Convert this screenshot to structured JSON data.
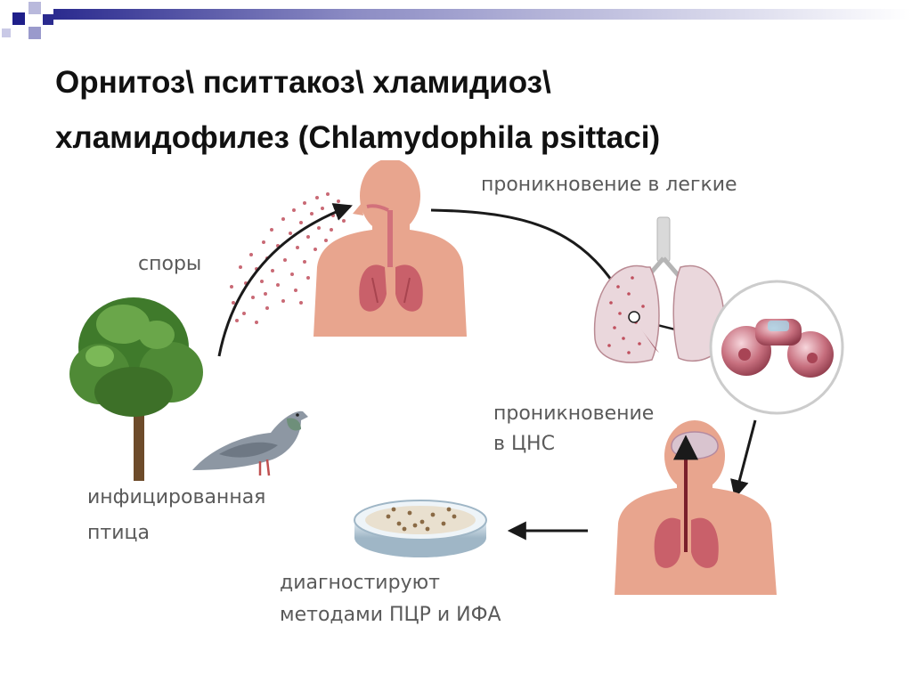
{
  "title": {
    "line1": "Орнитоз\\ пситтакоз\\ хламидиоз\\",
    "line2": "хламидофилез (Chlamydophila psittaci)"
  },
  "labels": {
    "spores": "споры",
    "lungs": "проникновение в легкие",
    "cns_line1": "проникновение",
    "cns_line2": "в ЦНС",
    "bird_line1": "инфицированная",
    "bird_line2": "птица",
    "diag_line1": "диагностируют",
    "diag_line2": "методами ПЦР и ИФА"
  },
  "colors": {
    "accent": "#1f1f8a",
    "skin": "#e8a58e",
    "lung": "#c8606a",
    "arrow": "#1a1a1a",
    "label": "#5a5a5a"
  }
}
